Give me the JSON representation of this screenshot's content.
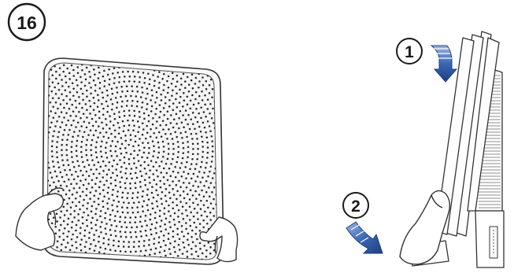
{
  "step_number": "16",
  "callouts": [
    {
      "label": "1",
      "arrow": "down"
    },
    {
      "label": "2",
      "arrow": "down-right"
    }
  ],
  "colors": {
    "arrow": "#2e5da8",
    "arrow_dark": "#1f3f80",
    "line": "#333333",
    "panel_fill": "#f4f4f4"
  }
}
